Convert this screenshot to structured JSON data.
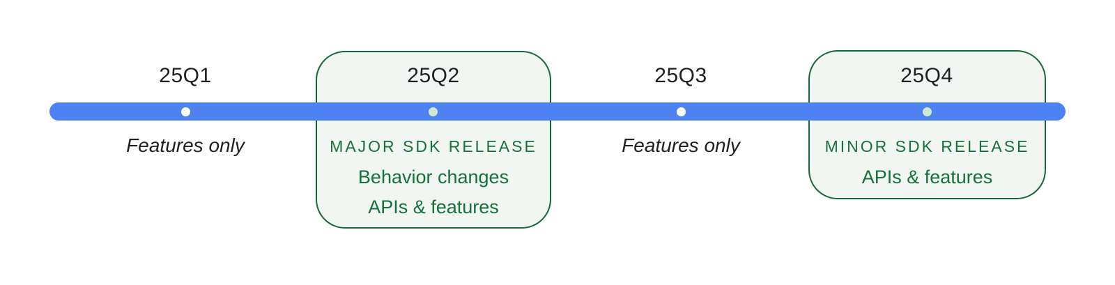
{
  "page": {
    "background": "#ffffff",
    "description": "SDK release timeline for 2025 quarters"
  },
  "timeline": {
    "bar_color": "#4d82f0",
    "colors": {
      "card_background": "#f1f6f2",
      "card_border": "#166936",
      "green_text": "#15703a",
      "label_text": "#1f2023",
      "plain_dot": "#ffffff",
      "card_dot": "#cfe8d4"
    },
    "milestones": [
      {
        "label": "25Q1",
        "type": "plain",
        "dot_color": "#ffffff",
        "note": "Features only"
      },
      {
        "label": "25Q2",
        "type": "card",
        "dot_color": "#cfe8d4",
        "heading": "MAJOR SDK RELEASE",
        "details": [
          "Behavior changes",
          "APIs & features"
        ]
      },
      {
        "label": "25Q3",
        "type": "plain",
        "dot_color": "#ffffff",
        "note": "Features only"
      },
      {
        "label": "25Q4",
        "type": "card",
        "dot_color": "#cfe8d4",
        "heading": "MINOR SDK RELEASE",
        "details": [
          "APIs & features"
        ]
      }
    ]
  }
}
